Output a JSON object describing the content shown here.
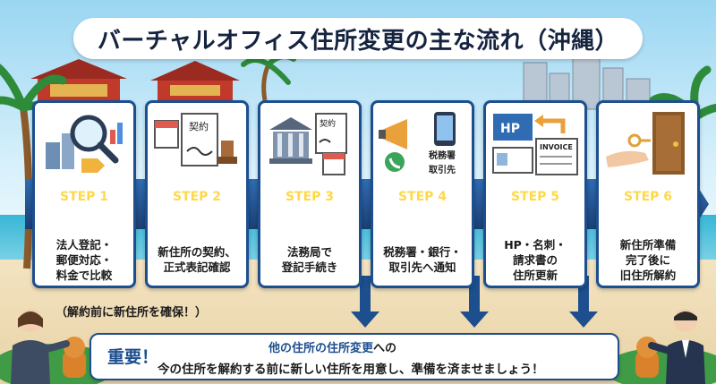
{
  "title": "バーチャルオフィス住所変更の主な流れ（沖縄）",
  "colors": {
    "navy": "#1d4f8f",
    "step_number": "#ffd84a",
    "strip_dark": "#1b3f74",
    "strip_light": "#2f6cb3",
    "sea": "#37b6d6",
    "sand": "#f3e3c1"
  },
  "steps": [
    {
      "number": "STEP 1",
      "title": "移転先比較",
      "description": "法人登記・\n郵便対応・\n料金で比較",
      "icons": [
        "magnifier-icon",
        "building-icon",
        "price-tag-icon",
        "chart-icon"
      ],
      "illus_text": []
    },
    {
      "number": "STEP 2",
      "title": "新住所契約",
      "description": "新住所の契約、\n正式表記確認",
      "icons": [
        "calendar-icon",
        "contract-icon",
        "stamp-icon"
      ],
      "illus_text": [
        "契約"
      ]
    },
    {
      "number": "STEP 3",
      "title": "変更登記",
      "description": "法務局で\n登記手続き",
      "icons": [
        "courthouse-icon",
        "document-icon",
        "calendar-icon"
      ],
      "illus_text": [
        "契約"
      ]
    },
    {
      "number": "STEP 4",
      "title": "関係先連絡",
      "description": "税務署・銀行・\n取引先へ通知",
      "icons": [
        "megaphone-icon",
        "smartphone-icon",
        "phone-icon"
      ],
      "illus_text": [
        "税務署",
        "取引先"
      ]
    },
    {
      "number": "STEP 5",
      "title": "表記修正",
      "description": "HP・名刺・\n請求書の\n住所更新",
      "icons": [
        "website-icon",
        "business-card-icon",
        "invoice-icon",
        "return-arrow-icon"
      ],
      "illus_text": [
        "HP",
        "INVOICE"
      ]
    },
    {
      "number": "STEP 6",
      "title": "旧住所解約",
      "description": "新住所準備\n完了後に\n旧住所解約",
      "icons": [
        "door-icon",
        "key-hand-icon"
      ],
      "illus_text": []
    }
  ],
  "note": "（解約前に新住所を確保！）",
  "banner": {
    "heading": "重要！",
    "line1_highlight": "他の住所の住所変更",
    "line1_rest": "への",
    "line2": "今の住所を解約する前に新しい住所を用意し、準備を済ませましょう！"
  },
  "people": [
    "woman-pointing-icon",
    "man-presenting-icon"
  ],
  "decor": [
    "shuri-castle-icon",
    "palm-tree-icon",
    "city-skyline-icon",
    "shisa-icon"
  ]
}
